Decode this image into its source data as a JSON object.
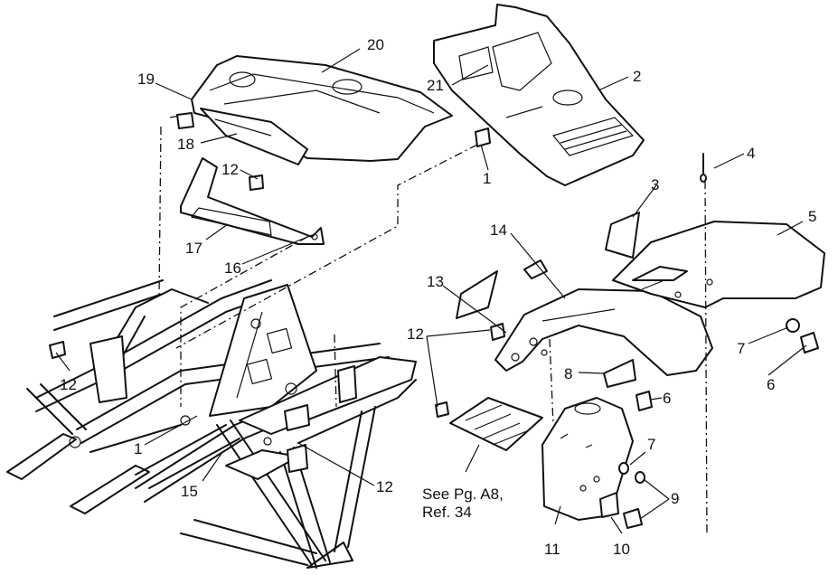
{
  "callouts": [
    "1",
    "2",
    "3",
    "4",
    "5",
    "6",
    "7",
    "8",
    "9",
    "10",
    "11",
    "12",
    "13",
    "14",
    "15",
    "16",
    "17",
    "18",
    "19",
    "20",
    "21"
  ],
  "note": {
    "line1": "See Pg. A8,",
    "line2": "Ref. 34"
  }
}
